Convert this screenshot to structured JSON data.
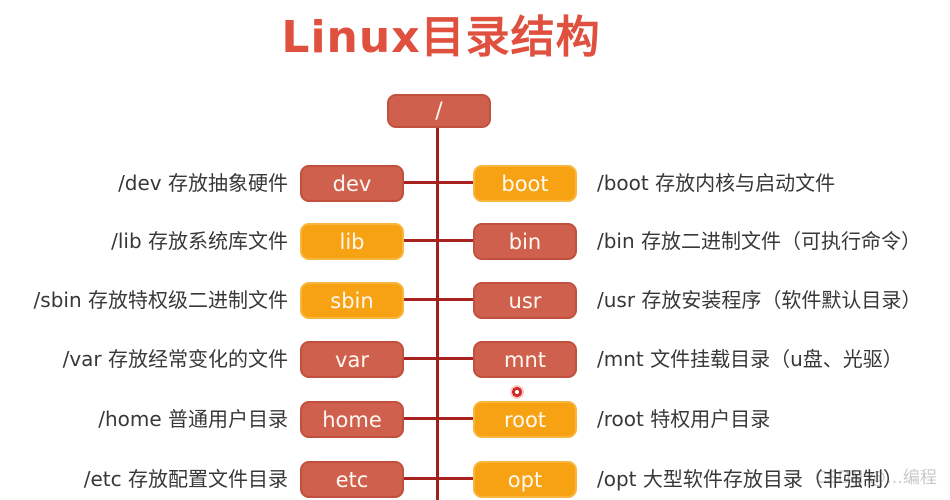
{
  "title": "Linux目录结构",
  "root": {
    "label": "/"
  },
  "colors": {
    "salmon_box": "#D0604E",
    "orange_box": "#F6A213",
    "line": "#A82220",
    "title_text": "#E0503F",
    "label_text": "#383838",
    "laser_dot": "#CF2D26"
  },
  "rows": [
    {
      "left": {
        "dir": "dev",
        "color": "salmon",
        "desc": "/dev 存放抽象硬件"
      },
      "right": {
        "dir": "boot",
        "color": "orange",
        "desc": "/boot 存放内核与启动文件"
      }
    },
    {
      "left": {
        "dir": "lib",
        "color": "orange",
        "desc": "/lib 存放系统库文件"
      },
      "right": {
        "dir": "bin",
        "color": "salmon",
        "desc": "/bin 存放二进制文件（可执行命令）"
      }
    },
    {
      "left": {
        "dir": "sbin",
        "color": "orange",
        "desc": "/sbin 存放特权级二进制文件"
      },
      "right": {
        "dir": "usr",
        "color": "salmon",
        "desc": "/usr 存放安装程序（软件默认目录）"
      }
    },
    {
      "left": {
        "dir": "var",
        "color": "salmon",
        "desc": "/var 存放经常变化的文件"
      },
      "right": {
        "dir": "mnt",
        "color": "salmon",
        "desc": "/mnt 文件挂载目录（u盘、光驱）"
      }
    },
    {
      "left": {
        "dir": "home",
        "color": "salmon",
        "desc": "/home 普通用户目录"
      },
      "right": {
        "dir": "root",
        "color": "orange",
        "desc": "/root 特权用户目录"
      }
    },
    {
      "left": {
        "dir": "etc",
        "color": "salmon",
        "desc": "/etc 存放配置文件目录"
      },
      "right": {
        "dir": "opt",
        "color": "orange",
        "desc": "/opt 大型软件存放目录（非强制）"
      }
    }
  ],
  "watermark": "CSDN @…编程"
}
